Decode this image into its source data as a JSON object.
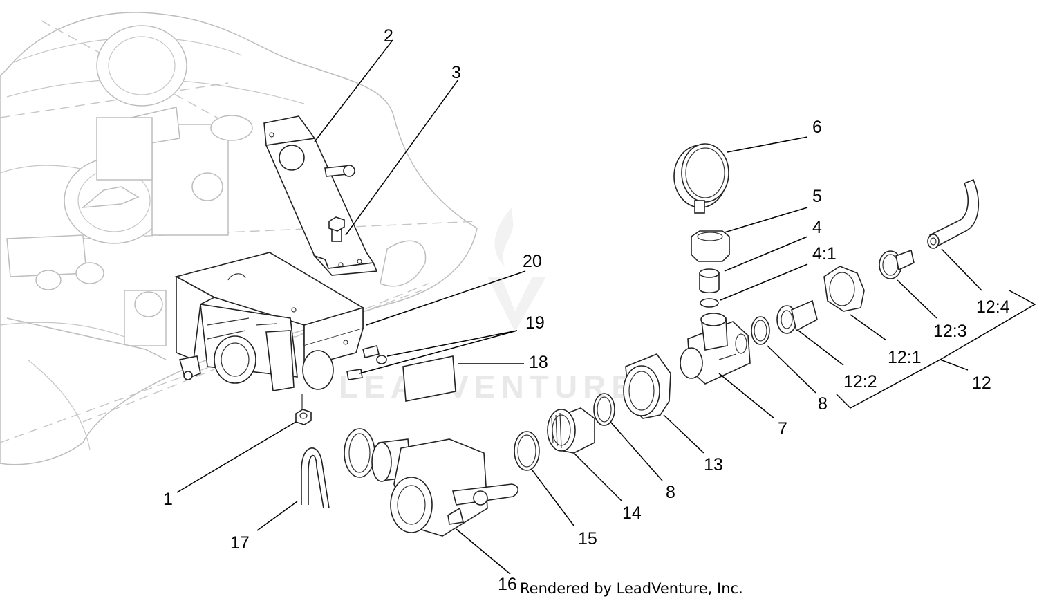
{
  "watermark": "LEADVENTURE",
  "credit": "Rendered by LeadVenture, Inc.",
  "callouts": [
    "1",
    "2",
    "3",
    "4",
    "4:1",
    "5",
    "6",
    "7",
    "8",
    "8",
    "12",
    "12:1",
    "12:2",
    "12:3",
    "12:4",
    "13",
    "14",
    "15",
    "16",
    "17",
    "18",
    "19",
    "20"
  ]
}
